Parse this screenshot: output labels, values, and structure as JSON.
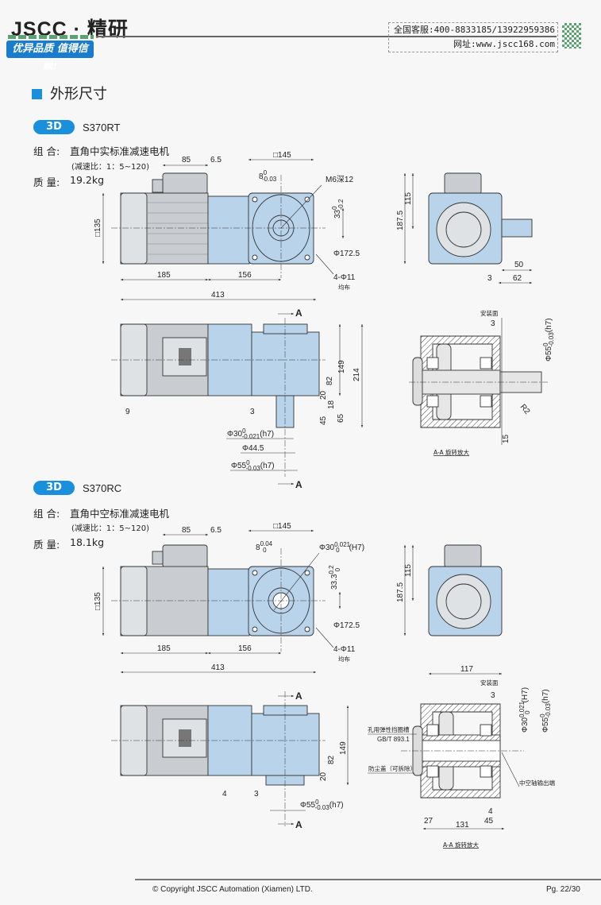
{
  "header": {
    "logo": "JSCC · 精研",
    "slogan": "优异品质 值得信赖!",
    "hotline": "全国客服:400-8833185/13922959386",
    "website": "网址:www.jscc168.com"
  },
  "section_title": "外形尺寸",
  "models": [
    {
      "badge": "3D",
      "name": "S370RT",
      "combo_label": "组 合:",
      "combo": "直角中实标准减速电机",
      "ratio": "(减速比：1：5~120)",
      "weight_label": "质 量:",
      "weight": "19.2kg",
      "front": {
        "d85": "85",
        "d65": "6.5",
        "sq145": "□145",
        "key": "8",
        "key_tol_up": "0",
        "key_tol_low": "-0.03",
        "thread": "M6深12",
        "h33": "33",
        "h33_up": "0",
        "h33_low": "-0.2",
        "pcd": "Φ172.5",
        "holes": "4-Φ11",
        "holes_note": "均布",
        "sq135": "□135",
        "d185": "185",
        "d156": "156",
        "d413": "413"
      },
      "side": {
        "d115": "115",
        "d1875": "187.5",
        "d50": "50",
        "d3": "3",
        "d62": "62"
      },
      "top": {
        "section": "A",
        "d149": "149",
        "d82": "82",
        "d214": "214",
        "d20": "20",
        "d45": "45",
        "d18": "18",
        "d65": "65",
        "d9": "9",
        "d3": "3",
        "phi30": "Φ30",
        "phi30_up": "0",
        "phi30_low": "-0.021",
        "phi30_fit": "(h7)",
        "phi445": "Φ44.5",
        "phi55": "Φ55",
        "phi55_up": "0",
        "phi55_low": "-0.03",
        "phi55_fit": "(h7)"
      },
      "sectionview": {
        "mount": "安装面",
        "d3": "3",
        "phi55": "Φ55",
        "phi55_up": "0",
        "phi55_low": "-0.03",
        "phi55_fit": "(h7)",
        "r2": "R2",
        "d15": "15",
        "caption": "A-A 旋转放大"
      }
    },
    {
      "badge": "3D",
      "name": "S370RC",
      "combo_label": "组 合:",
      "combo": "直角中空标准减速电机",
      "ratio": "(减速比：1：5~120)",
      "weight_label": "质 量:",
      "weight": "18.1kg",
      "front": {
        "d85": "85",
        "d65": "6.5",
        "sq145": "□145",
        "key": "8",
        "key_tol_up": "0.04",
        "key_tol_low": "0",
        "bore": "Φ30",
        "bore_up": "0.021",
        "bore_low": "0",
        "bore_fit": "(H7)",
        "h33": "33.3",
        "h33_up": "0.2",
        "h33_low": "0",
        "pcd": "Φ172.5",
        "holes": "4-Φ11",
        "holes_note": "均布",
        "sq135": "□135",
        "d185": "185",
        "d156": "156",
        "d413": "413"
      },
      "side": {
        "d115": "115",
        "d1875": "187.5"
      },
      "top": {
        "section": "A",
        "d149": "149",
        "d82": "82",
        "d20": "20",
        "d4": "4",
        "d3": "3",
        "phi55": "Φ55",
        "phi55_up": "0",
        "phi55_low": "-0.03",
        "phi55_fit": "(h7)"
      },
      "sectionview": {
        "d117": "117",
        "mount": "安装面",
        "d3": "3",
        "phi30": "Φ30",
        "phi30_up": "0.021",
        "phi30_low": "0",
        "phi30_fit": "(H7)",
        "phi55": "Φ55",
        "phi55_up": "0",
        "phi55_low": "-0.03",
        "phi55_fit": "(h7)",
        "groove": "孔用弹性挡圈槽",
        "groove_std": "GB/T 893.1",
        "cover": "防尘盖（可拆除）",
        "hollow_end": "中空轴输出端",
        "d4": "4",
        "d27": "27",
        "d45": "45",
        "d131": "131",
        "caption": "A-A 旋转放大"
      }
    }
  ],
  "footer": {
    "copyright": "© Copyright JSCC Automation (Xiamen) LTD.",
    "page": "Pg. 22/30"
  },
  "colors": {
    "accent": "#1a8fdc",
    "part_blue": "#b9d3ea",
    "motor_gray": "#c9cdd1",
    "brand_green": "#5aa26f"
  }
}
